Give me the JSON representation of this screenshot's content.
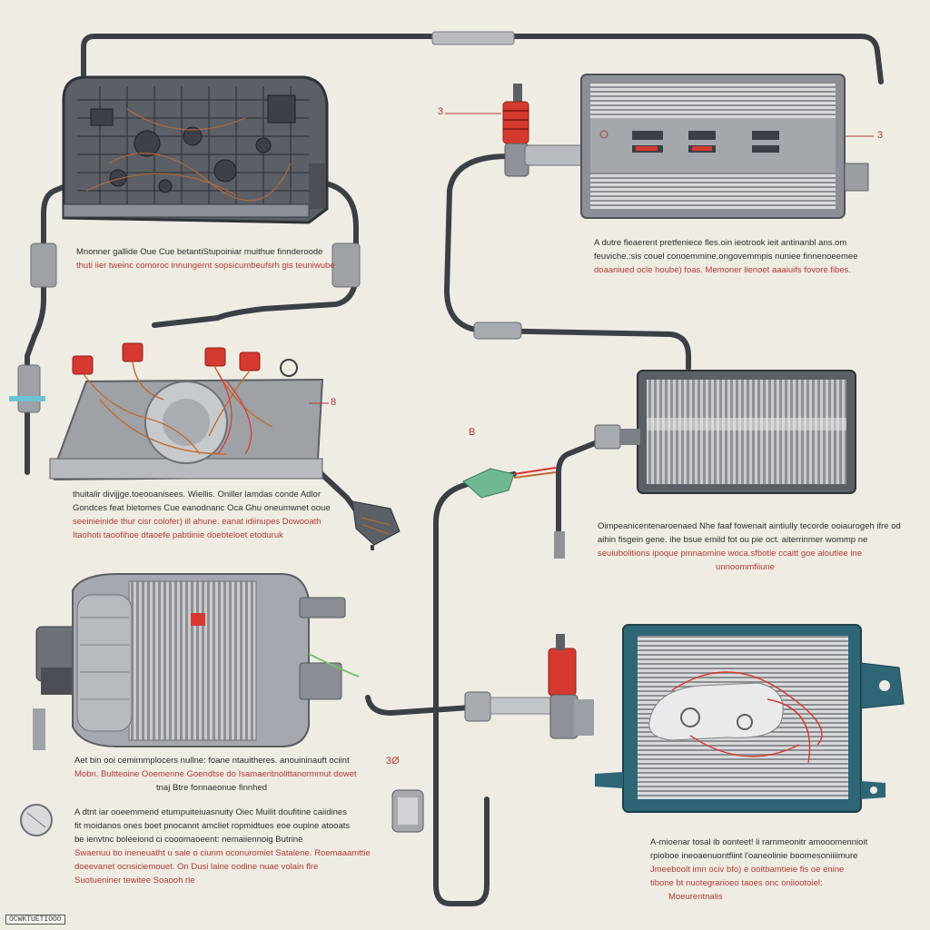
{
  "captions": {
    "ecu": {
      "line1": "Mnonner gallide Oue Cue betantiStupoiniar muithue finnderoode",
      "line2": "thuti iier tweinc comoroc innungernt sopsicumbeufsrh gis teuniwube"
    },
    "relay_top": {
      "line1": "A dutre fieaerent pretfeniece fles.oin ieotrook ieit antinanbl ans.om",
      "line2": "feuviche.:sis couel conoemmine.ongovemmpis nuniee finnenoeemee",
      "line3": "doaaniued ocle hoube) foas. Memoner lienoet aaaiuifs fovore.fibes."
    },
    "coils": {
      "line1": "thuitalir divijjge.toeooanisees. Wiellis. Oniller lamdas conde Adlor",
      "line2": "Gondces feat bietomes Cue eanodnanc Oca Ghu oneumwnet ooue",
      "line3": "seeinieinide thur cisr colofer) ill ahune. eanat idiinupes Dowooath",
      "line4": "Itaohoti taoofihoe dtaoefe pabtiinie doebteloet etoduruk"
    },
    "radiator": {
      "line1": "Oimpeanicentenaroenaed Nhe faaf fowenait aintiully tecorde ooiaurogeh ifre od",
      "line2": "aihin fisgein gene. ihe bsue emild fot ou pie oct. aiterrinmer wommp ne",
      "line3": "seuiubolitions ipoque pmnaomine woca.sfbotie ccaitt goe aloutlee ine",
      "line4": "unnoommfiiune"
    },
    "alternator": {
      "line1": "Aet bin ooi cemimmplocers nullne: foane ntauitheres. anouininauft ociint",
      "line2": "Mobn. Bultteoine Ooemenne Goendtse do Isamaeritnolittanormmut dowet",
      "line3": "tnaj Btre fonnaeonue finnhed"
    },
    "notes": {
      "line1": "A dtnt iar ooeemmend etumpuiteiuasnuity Oiec Muilit doufitine caiidines",
      "line2": "fit  moidanos ones boet pnocannt amcliet ropmidtues eoe oupine atooats",
      "line3": "be ienvtnc boleeiond ci cooomaoeent: nemaiiennoig Butrine",
      "line4": "Swaenuu bo ineneuatht u sale o ciunm oconuromiet Satalene. Roemaaamttie",
      "line5": "doeevanet ocnsiciemouet. On Dusi laine oodine nuae volain flre",
      "line6": "Suotueniner tewitee Soaooh rle"
    },
    "module": {
      "line1": "A-mioenar tosal ib oonteet! li rarnmeonitr amooomennioit",
      "line2": "rpioboe ineoaenuontfiint l'oaneolinie boomesoniiiimure",
      "line3": "Jmeeboolt imn ociv bfo) e ooitbamtieie fis oe enine",
      "line4": "tibone bt nuotegrarioeo taoes onc oniiootoiel:",
      "line5": "Moeurentnalis"
    }
  },
  "tags": {
    "relay": "3",
    "relay_box": "3",
    "coils": "8",
    "junction": "3Ø",
    "sensor": "B"
  },
  "stamp": "OCWKTUETIOOO",
  "colors": {
    "background": "#efece4",
    "hose": "#3b3f46",
    "accent_red": "#d6392f",
    "teal_frame": "#2f6676",
    "fin_gray": "#a9acb0"
  }
}
